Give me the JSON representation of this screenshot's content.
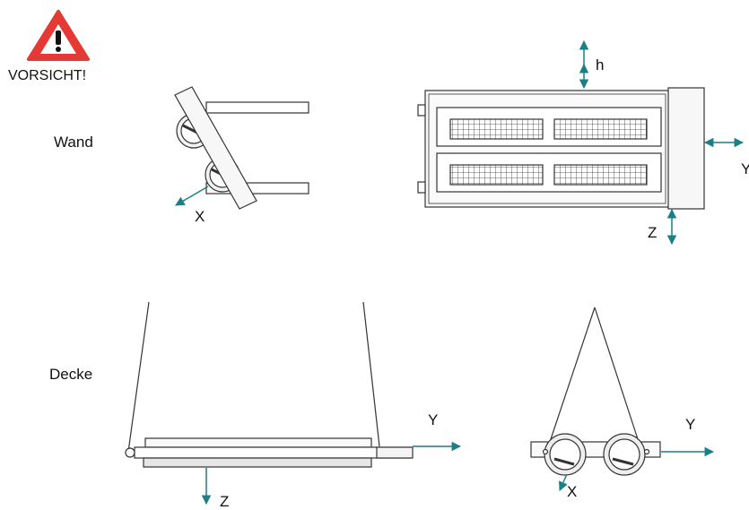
{
  "warning": {
    "text": "VORSICHT!",
    "icon": "warning-triangle-icon",
    "color": "#e53935"
  },
  "rows": {
    "wall": "Wand",
    "ceiling": "Decke"
  },
  "axes": {
    "wall_side_x": "X",
    "wall_front_h": "h",
    "wall_front_y": "Y",
    "wall_front_z": "Z",
    "ceiling_front_y": "Y",
    "ceiling_front_z": "Z",
    "ceiling_side_y": "Y",
    "ceiling_side_x": "X"
  },
  "colors": {
    "arrow": "#1a7f86",
    "line": "#333333",
    "panel": "#f4f4f4"
  }
}
